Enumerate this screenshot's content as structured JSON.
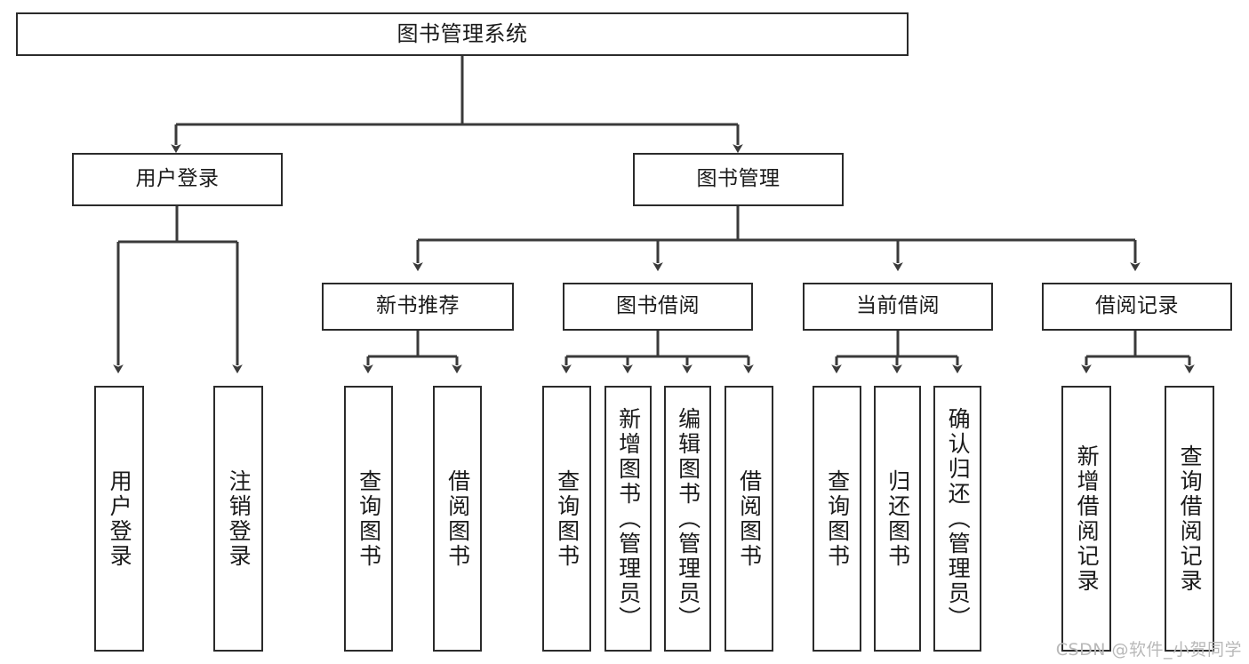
{
  "diagram": {
    "type": "tree",
    "title": "图书管理系统",
    "watermark": "CSDN @软件_小贺同学",
    "colors": {
      "box_stroke": "#2b2b2b",
      "box_fill": "#ffffff",
      "connector": "#3a3a3a",
      "text": "#1a1a1a",
      "watermark": "#b9b9b9",
      "background": "#ffffff"
    },
    "nodes": {
      "root": {
        "label": "图书管理系统"
      },
      "level2": [
        {
          "label": "用户登录"
        },
        {
          "label": "图书管理"
        }
      ],
      "level3": [
        {
          "label": "新书推荐"
        },
        {
          "label": "图书借阅"
        },
        {
          "label": "当前借阅"
        },
        {
          "label": "借阅记录"
        }
      ],
      "leaves": [
        {
          "label": "用户登录",
          "parent": "用户登录"
        },
        {
          "label": "注销登录",
          "parent": "用户登录"
        },
        {
          "label": "查询图书",
          "parent": "新书推荐"
        },
        {
          "label": "借阅图书",
          "parent": "新书推荐"
        },
        {
          "label": "查询图书",
          "parent": "图书借阅"
        },
        {
          "label": "新增图书（管理员）",
          "parent": "图书借阅"
        },
        {
          "label": "编辑图书（管理员）",
          "parent": "图书借阅"
        },
        {
          "label": "借阅图书",
          "parent": "图书借阅"
        },
        {
          "label": "查询图书",
          "parent": "当前借阅"
        },
        {
          "label": "归还图书",
          "parent": "当前借阅"
        },
        {
          "label": "确认归还（管理员）",
          "parent": "当前借阅"
        },
        {
          "label": "新增借阅记录",
          "parent": "借阅记录"
        },
        {
          "label": "查询借阅记录",
          "parent": "借阅记录"
        }
      ]
    }
  }
}
